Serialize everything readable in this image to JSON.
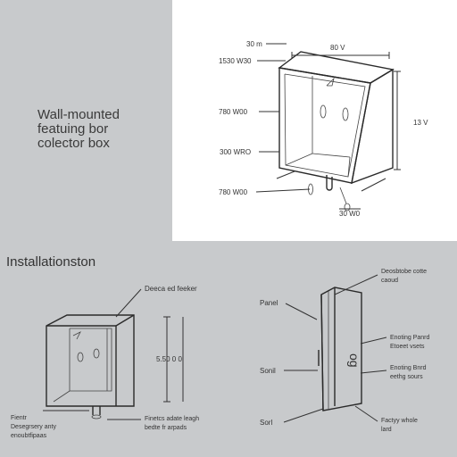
{
  "intro": {
    "lines": [
      "Wall-mounted",
      "featuing bor",
      "colector box"
    ]
  },
  "top_diagram": {
    "dims": {
      "top_a": "30 m",
      "top_b": "1530 W30",
      "top_c": "80 V",
      "left_a": "780 W00",
      "left_b": "300 WRO",
      "left_c": "780 W00",
      "right_a": "13 V",
      "bottom_a": "30 W0"
    }
  },
  "section": {
    "title": "Installationston"
  },
  "bottom_left": {
    "top_label": "Deeca ed feeker",
    "height_label": "5.50 0 0",
    "bottom_left_label": [
      "Fientr",
      "Desegrsery anty",
      "enoubtfipaas"
    ],
    "bottom_right_label": [
      "Finetcs adate leagh",
      "bedte fr arpads"
    ]
  },
  "bottom_right": {
    "label_1": [
      "Deosbtobe cotte",
      "caoud"
    ],
    "label_2": "Panel",
    "label_3": [
      "Enoting Panrd",
      "Etoeet vsets"
    ],
    "label_4": "Sonil",
    "label_5": [
      "Enoting Bnrd",
      "eethg sours"
    ],
    "label_6": "Sorl",
    "label_7": [
      "Factyy whole",
      "lard"
    ],
    "panel_text": "og"
  }
}
